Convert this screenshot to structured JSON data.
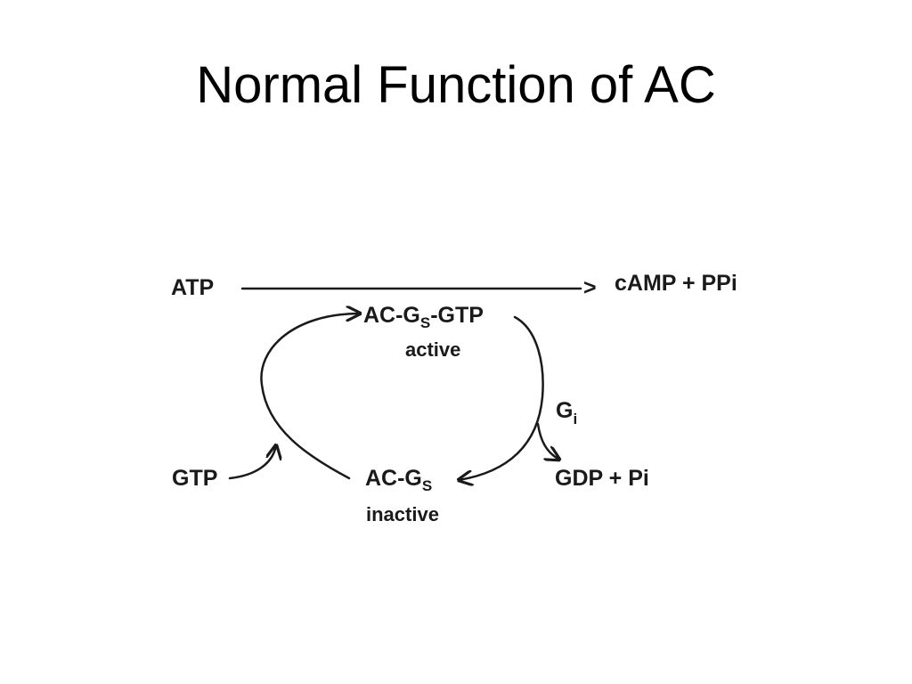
{
  "slide": {
    "title": "Normal Function of AC"
  },
  "diagram": {
    "atp": "ATP",
    "arrowhead": ">",
    "camp_ppi": "cAMP + PPi",
    "active_complex": {
      "base": "AC-G",
      "subscript": "S",
      "suffix": "-GTP",
      "state": "active"
    },
    "inactive_complex": {
      "base": "AC-G",
      "subscript": "S",
      "state": "inactive"
    },
    "gi": {
      "base": "G",
      "subscript": "i"
    },
    "gtp": "GTP",
    "gdp_pi": "GDP + Pi"
  },
  "colors": {
    "ink": "#1a1a1a",
    "background": "#ffffff"
  }
}
